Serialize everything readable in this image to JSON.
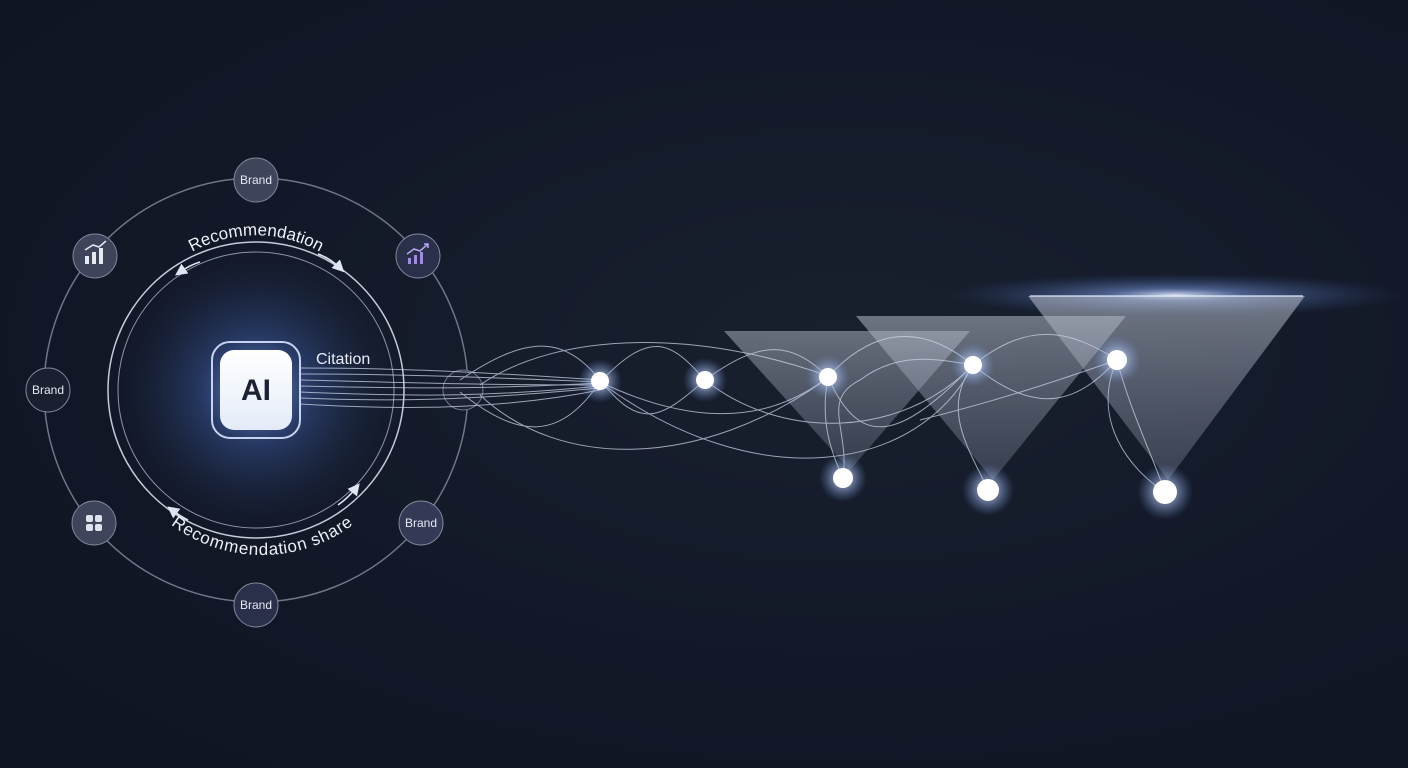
{
  "diagram": {
    "center_label": "AI",
    "citation_label": "Citation",
    "top_arc_label": "Recommendation",
    "bottom_arc_label": "Recommendation share",
    "brand_nodes": [
      {
        "label": "Brand"
      },
      {
        "label": "Brand"
      },
      {
        "label": "Brand"
      },
      {
        "label": "Brand"
      }
    ],
    "icon_nodes": [
      {
        "icon": "bar-chart-growth-icon"
      },
      {
        "icon": "trend-up-chart-icon"
      },
      {
        "icon": "puzzle-pieces-icon"
      }
    ],
    "funnel_count": 3,
    "colors": {
      "background": "#121827",
      "glow": "#7fa7ff",
      "node_fill": "#3a4058",
      "line": "#c9d2e6"
    }
  }
}
